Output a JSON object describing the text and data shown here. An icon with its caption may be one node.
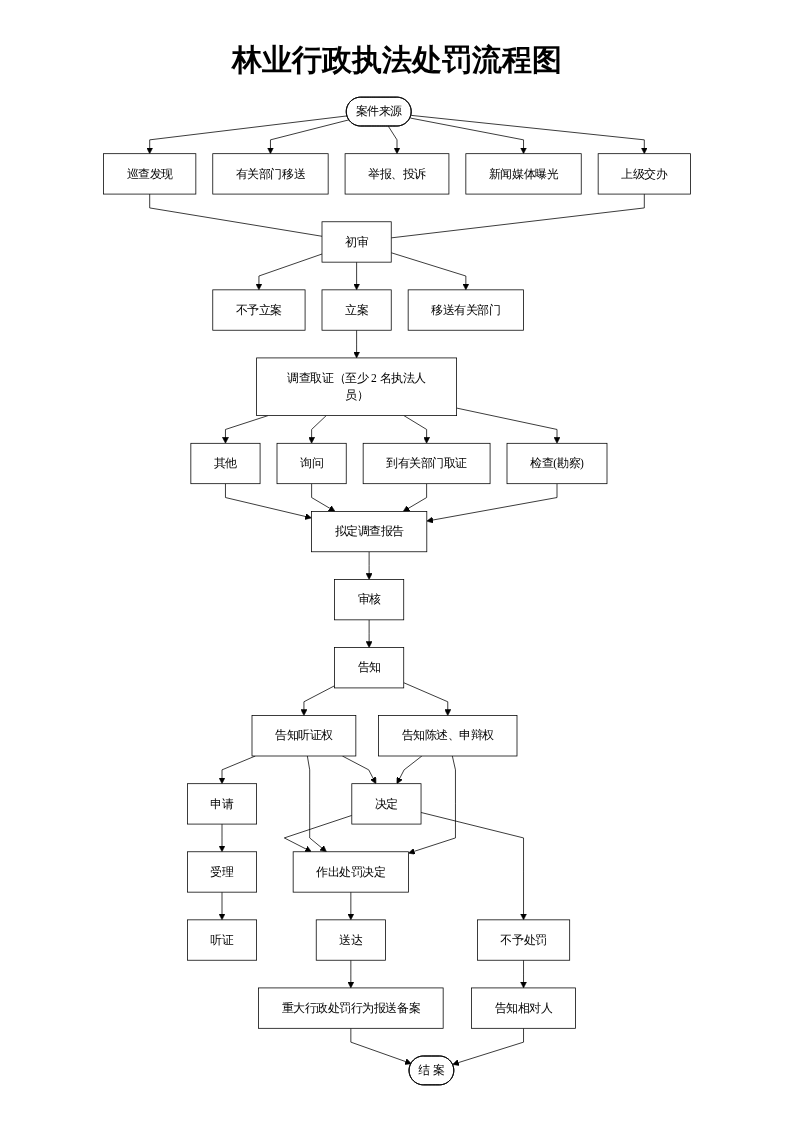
{
  "diagram": {
    "title": "林业行政执法处罚流程图",
    "nodes": [
      {
        "text": [
          "案件来源"
        ]
      },
      {
        "text": [
          "上级交办"
        ]
      },
      {
        "text": [
          "有关部门移送"
        ]
      },
      {
        "text": [
          "举报、投诉"
        ]
      },
      {
        "text": [
          "新闻媒体曝光"
        ]
      },
      {
        "text": [
          "巡查发现"
        ]
      },
      {
        "text": [
          "初审"
        ]
      },
      {
        "text": [
          "不予立案"
        ]
      },
      {
        "text": [
          "立案"
        ]
      },
      {
        "text": [
          "移送有关部门"
        ]
      },
      {
        "text": [
          "调查取证（至少 2 名执法人员）"
        ]
      },
      {
        "text": [
          "检查(勘察)"
        ]
      },
      {
        "text": [
          "到有关部门取证"
        ]
      },
      {
        "text": [
          "询问"
        ]
      },
      {
        "text": [
          "其他"
        ]
      },
      {
        "text": [
          "拟定调查报告"
        ]
      },
      {
        "text": [
          "审核"
        ]
      },
      {
        "text": [
          "告知"
        ]
      },
      {
        "text": [
          "告知陈述、申辩权"
        ]
      },
      {
        "text": [
          "听证"
        ]
      },
      {
        "text": [
          "受理"
        ]
      },
      {
        "text": [
          "申请"
        ]
      },
      {
        "text": [
          "告知听证权"
        ]
      },
      {
        "text": [
          "不予处罚"
        ]
      },
      {
        "text": [
          "决定"
        ]
      },
      {
        "text": [
          "作出处罚决定"
        ]
      },
      {
        "text": [
          "告知相对人"
        ]
      },
      {
        "text": [
          "送达"
        ]
      },
      {
        "text": [
          "重大行政处罚行为报送备案"
        ]
      },
      {
        "text": [
          "结 案"
        ]
      }
    ],
    "edges": [
      {
        "from": 0,
        "to": 1,
        "arrow": "to"
      },
      {
        "from": 0,
        "to": 2,
        "arrow": "to"
      },
      {
        "from": 0,
        "to": 3,
        "arrow": "to"
      },
      {
        "from": 0,
        "to": 4,
        "arrow": "to"
      },
      {
        "from": 0,
        "to": 5,
        "arrow": "to"
      },
      {
        "from": 1,
        "to": 6,
        "arrow": "none"
      },
      {
        "from": 5,
        "to": 6,
        "arrow": "none"
      },
      {
        "from": 6,
        "to": 7,
        "arrow": "to"
      },
      {
        "from": 6,
        "to": 8,
        "arrow": "to"
      },
      {
        "from": 6,
        "to": 9,
        "arrow": "to"
      },
      {
        "from": 8,
        "to": 10,
        "arrow": "to"
      },
      {
        "from": 10,
        "to": 11,
        "arrow": "to"
      },
      {
        "from": 10,
        "to": 12,
        "arrow": "to"
      },
      {
        "from": 10,
        "to": 13,
        "arrow": "to"
      },
      {
        "from": 10,
        "to": 14,
        "arrow": "to"
      },
      {
        "from": 11,
        "to": 15,
        "arrow": "to"
      },
      {
        "from": 12,
        "to": 15,
        "arrow": "to"
      },
      {
        "from": 13,
        "to": 15,
        "arrow": "to"
      },
      {
        "from": 14,
        "to": 15,
        "arrow": "to"
      },
      {
        "from": 15,
        "to": 16,
        "arrow": "to"
      },
      {
        "from": 16,
        "to": 17,
        "arrow": "to"
      },
      {
        "from": 17,
        "to": 18,
        "arrow": "to"
      },
      {
        "from": 17,
        "to": 22,
        "arrow": "to"
      },
      {
        "from": 22,
        "to": 21,
        "arrow": "to"
      },
      {
        "from": 21,
        "to": 20,
        "arrow": "to"
      },
      {
        "from": 20,
        "to": 19,
        "arrow": "to"
      },
      {
        "from": 18,
        "to": 24,
        "arrow": "to"
      },
      {
        "from": 22,
        "to": 24,
        "arrow": "to"
      },
      {
        "from": 18,
        "to": 25,
        "arrow": "to"
      },
      {
        "from": 22,
        "to": 25,
        "arrow": "to"
      },
      {
        "from": 24,
        "to": 23,
        "arrow": "to"
      },
      {
        "from": 24,
        "to": 25,
        "arrow": "to"
      },
      {
        "from": 23,
        "to": 26,
        "arrow": "to"
      },
      {
        "from": 25,
        "to": 27,
        "arrow": "to"
      },
      {
        "from": 27,
        "to": 28,
        "arrow": "to"
      },
      {
        "from": 26,
        "to": 29,
        "arrow": "to"
      },
      {
        "from": 28,
        "to": 29,
        "arrow": "to"
      }
    ]
  }
}
